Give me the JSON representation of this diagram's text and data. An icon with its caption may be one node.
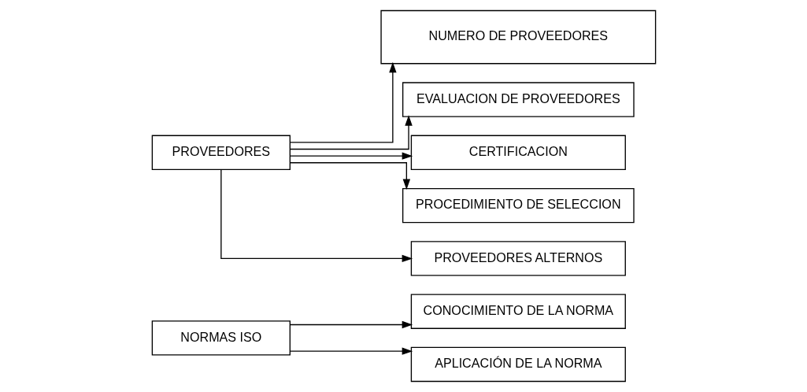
{
  "diagram": {
    "nodes": [
      {
        "text": [
          "NORMAS ISO"
        ]
      },
      {
        "text": [
          "CONOCIMIENTO DE LA NORMA"
        ]
      },
      {
        "text": [
          "APLICACIÓN DE LA NORMA"
        ]
      },
      {
        "text": [
          "PROVEEDORES"
        ]
      },
      {
        "text": [
          "NUMERO DE PROVEEDORES"
        ]
      },
      {
        "text": [
          "EVALUACION DE PROVEEDORES"
        ]
      },
      {
        "text": [
          "CERTIFICACION"
        ]
      },
      {
        "text": [
          "PROCEDIMIENTO DE SELECCION"
        ]
      },
      {
        "text": [
          "PROVEEDORES ALTERNOS"
        ]
      }
    ],
    "edges": [
      {
        "from": 0,
        "to": 1,
        "arrow": "to"
      },
      {
        "from": 0,
        "to": 2,
        "arrow": "to"
      },
      {
        "from": 3,
        "to": 4,
        "arrow": "to"
      },
      {
        "from": 3,
        "to": 5,
        "arrow": "to"
      },
      {
        "from": 3,
        "to": 6,
        "arrow": "to"
      },
      {
        "from": 3,
        "to": 7,
        "arrow": "to"
      },
      {
        "from": 3,
        "to": 8,
        "arrow": "to"
      }
    ]
  }
}
